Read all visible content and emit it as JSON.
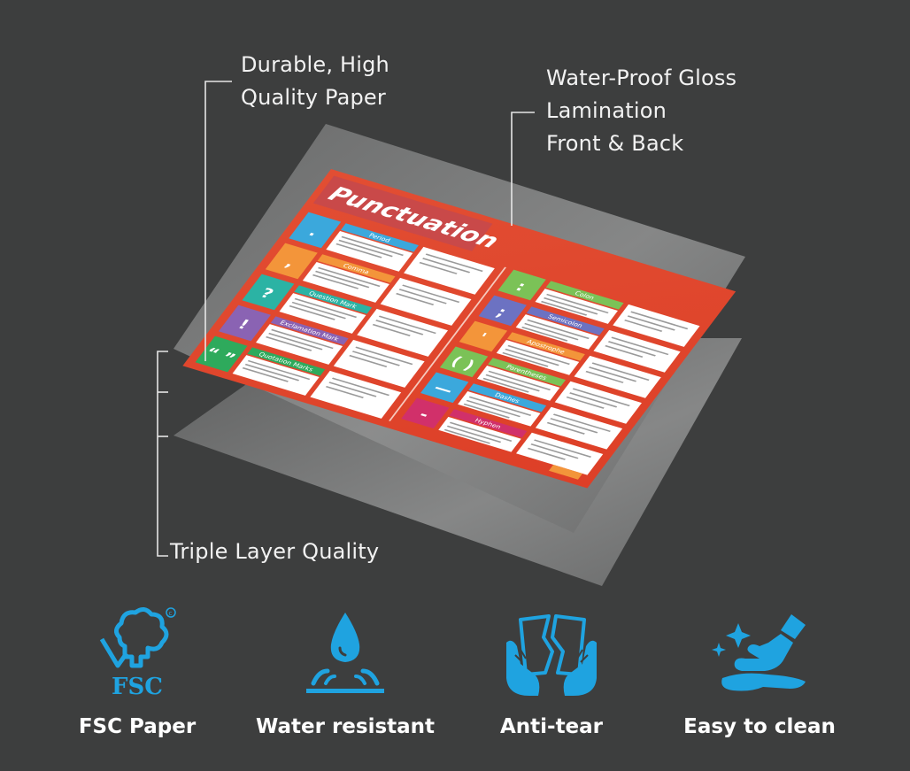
{
  "callouts": {
    "paper": [
      "Durable, High",
      "Quality Paper"
    ],
    "lamination": [
      "Water-Proof Gloss",
      "Lamination",
      "Front & Back"
    ],
    "triple": "Triple Layer Quality"
  },
  "poster": {
    "title": "Punctuation",
    "left_column": [
      {
        "symbol": ".",
        "name": "Period",
        "color": "#3ba8dc"
      },
      {
        "symbol": ",",
        "name": "Comma",
        "color": "#f3953a"
      },
      {
        "symbol": "?",
        "name": "Question Mark",
        "color": "#2bb3a4"
      },
      {
        "symbol": "!",
        "name": "Exclamation Mark",
        "color": "#8a63b3"
      },
      {
        "symbol": "“ ”",
        "name": "Quotation Marks",
        "color": "#2eaa5c"
      }
    ],
    "right_column": [
      {
        "symbol": ":",
        "name": "Colon",
        "color": "#7bc257"
      },
      {
        "symbol": ";",
        "name": "Semicolon",
        "color": "#6c72c2"
      },
      {
        "symbol": "'",
        "name": "Apostrophe",
        "color": "#f3953a"
      },
      {
        "symbol": "( )",
        "name": "Parentheses",
        "color": "#7bc257"
      },
      {
        "symbol": "—",
        "name": "Dashes",
        "color": "#3ba8dc"
      },
      {
        "symbol": "-",
        "name": "Hyphen",
        "color": "#d1306a"
      }
    ],
    "background_color": "#e2472e",
    "title_banner_color": "#c94949"
  },
  "features": [
    {
      "label": "FSC Paper",
      "icon": "fsc-tree-icon",
      "icon_text": "FSC"
    },
    {
      "label": "Water resistant",
      "icon": "water-drop-icon"
    },
    {
      "label": "Anti-tear",
      "icon": "torn-paper-hands-icon"
    },
    {
      "label": "Easy to clean",
      "icon": "wiping-hand-icon"
    }
  ],
  "colors": {
    "background": "#3d3e3e",
    "icon_blue": "#1fa3e0",
    "text": "#f2f2f2"
  }
}
